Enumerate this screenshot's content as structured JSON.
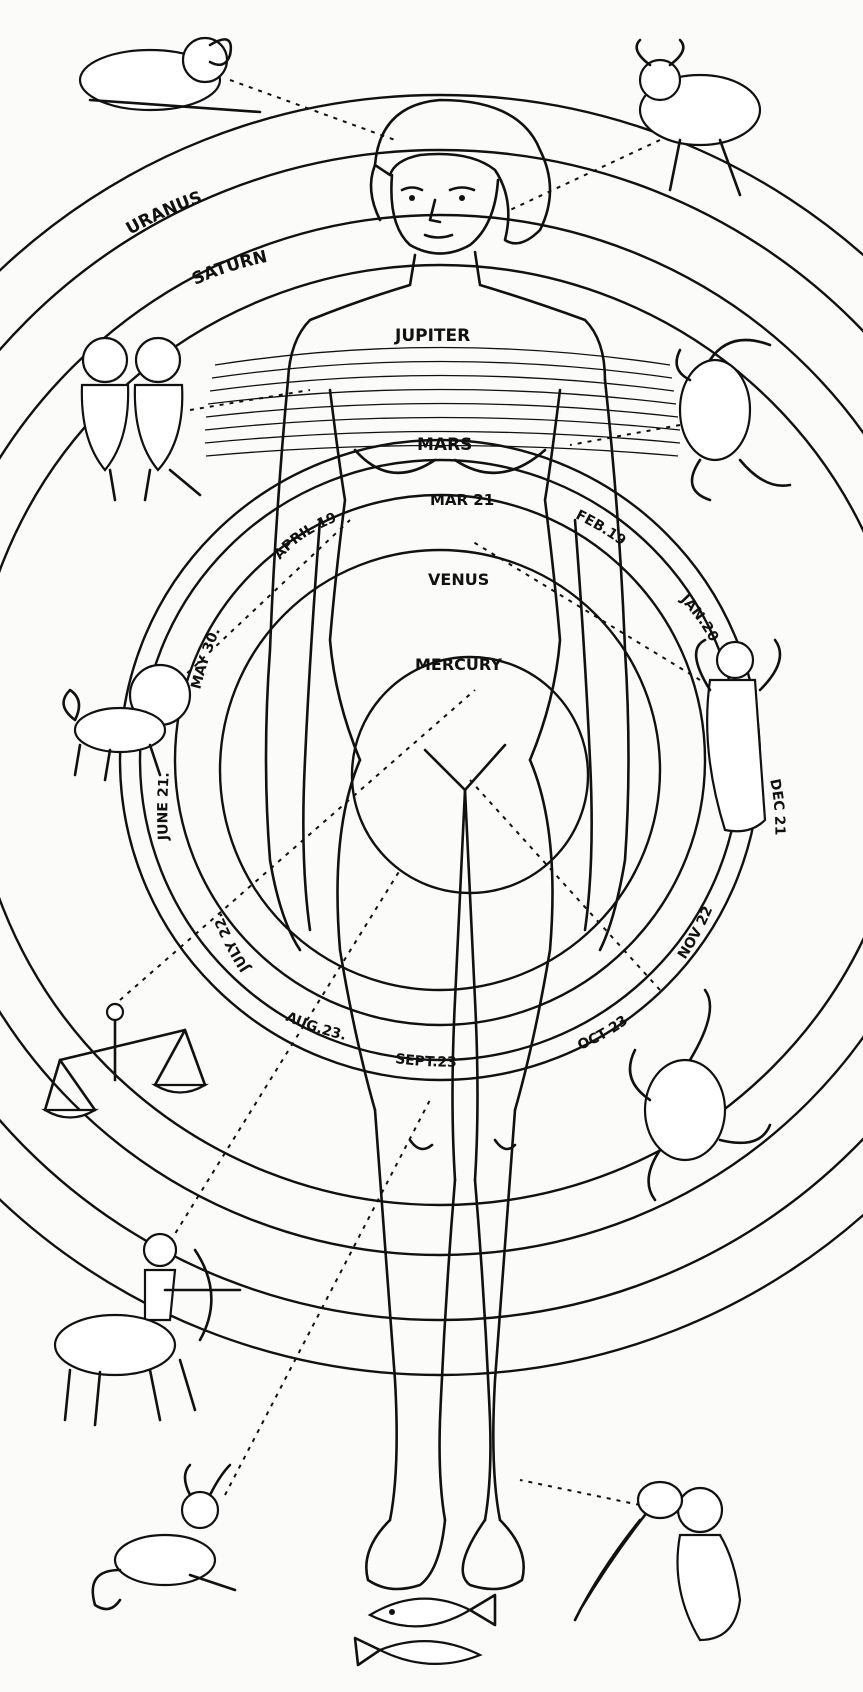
{
  "planets": {
    "uranus": "URANUS",
    "saturn": "SATURN",
    "jupiter": "JUPITER",
    "mars": "MARS",
    "venus": "VENUS",
    "mercury": "MERCURY"
  },
  "dates": {
    "mar21": "MAR 21",
    "feb19": "FEB.19",
    "april19": "APRIL 19",
    "jan": "JAN.20",
    "may30": "MAY 30.",
    "dec21": "DEC 21",
    "june21": "JUNE 21.",
    "nov22": "NOV 22",
    "july22": "JULY 22.",
    "oct23": "OCT 23",
    "aug23": "AUG.23.",
    "sept23": "SEPT.23"
  },
  "zodiac": [
    {
      "id": "aries",
      "icon": "ram-icon"
    },
    {
      "id": "taurus",
      "icon": "bull-icon"
    },
    {
      "id": "gemini",
      "icon": "twins-icon"
    },
    {
      "id": "cancer",
      "icon": "crab-icon"
    },
    {
      "id": "leo",
      "icon": "lion-icon"
    },
    {
      "id": "virgo",
      "icon": "angel-icon"
    },
    {
      "id": "libra",
      "icon": "scales-icon"
    },
    {
      "id": "scorpio",
      "icon": "scorpion-icon"
    },
    {
      "id": "sagittarius",
      "icon": "archer-icon"
    },
    {
      "id": "aquarius",
      "icon": "water-bearer-icon"
    },
    {
      "id": "capricorn",
      "icon": "goat-icon"
    },
    {
      "id": "pisces",
      "icon": "fishes-icon"
    }
  ],
  "colors": {
    "ink": "#111111",
    "paper": "#fbfbf9"
  }
}
